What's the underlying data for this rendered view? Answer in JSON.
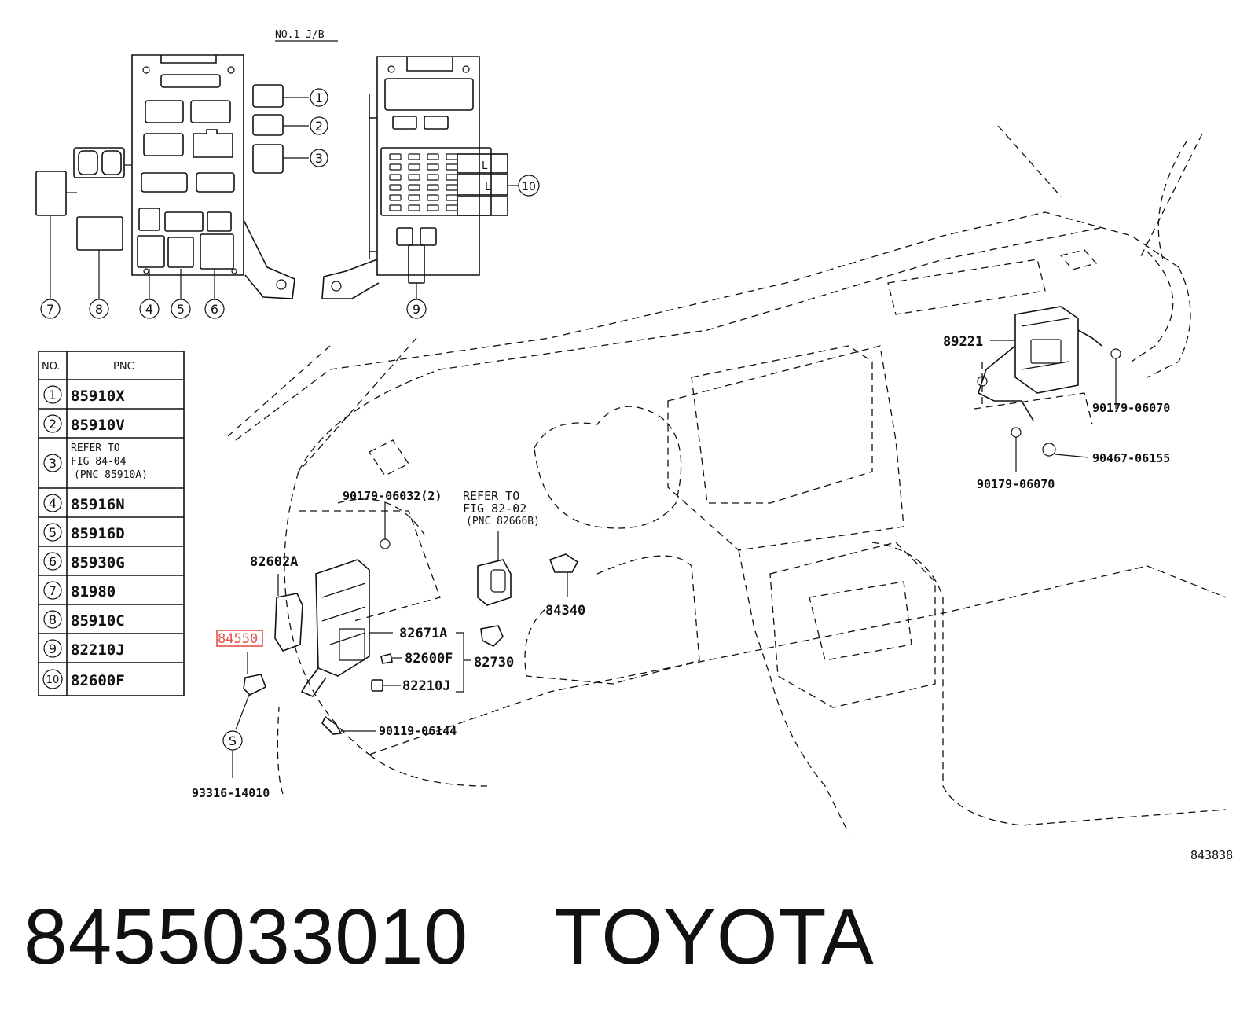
{
  "header": {
    "jb_label": "NO.1 J/B"
  },
  "callouts": {
    "c1": "1",
    "c2": "2",
    "c3": "3",
    "c4": "4",
    "c5": "5",
    "c6": "6",
    "c7": "7",
    "c8": "8",
    "c9": "9",
    "c10": "10",
    "cs": "S"
  },
  "fuse_marks": {
    "upper": "L",
    "lower": "L"
  },
  "table": {
    "col_no": "NO.",
    "col_pnc": "PNC",
    "rows": [
      {
        "no": "1",
        "pnc": "85910X"
      },
      {
        "no": "2",
        "pnc": "85910V"
      },
      {
        "no": "3",
        "line1": "REFER TO",
        "line2": "FIG 84-04",
        "line3": "(PNC 85910A)"
      },
      {
        "no": "4",
        "pnc": "85916N"
      },
      {
        "no": "5",
        "pnc": "85916D"
      },
      {
        "no": "6",
        "pnc": "85930G"
      },
      {
        "no": "7",
        "pnc": "81980"
      },
      {
        "no": "8",
        "pnc": "85910C"
      },
      {
        "no": "9",
        "pnc": "82210J"
      },
      {
        "no": "10",
        "pnc": "82600F"
      }
    ]
  },
  "parts": {
    "p89221": "89221",
    "p90179_06070_a": "90179-06070",
    "p90467_06155": "90467-06155",
    "p90179_06070_b": "90179-06070",
    "p90179_06032": "90179-06032(2)",
    "refer_line1": "REFER TO",
    "refer_line2": "FIG 82-02",
    "refer_line3": "(PNC 82666B)",
    "p82602A": "82602A",
    "p84340": "84340",
    "p84550": "84550",
    "p82671A": "82671A",
    "p82600F": "82600F",
    "p82730": "82730",
    "p82210J": "82210J",
    "p90119_06144": "90119-06144",
    "p93316_14010": "93316-14010",
    "fig_no": "843838"
  },
  "footer": {
    "part_number": "8455033010",
    "brand": "TOYOTA"
  },
  "colors": {
    "highlight": "#e5534b",
    "ink": "#111111"
  }
}
